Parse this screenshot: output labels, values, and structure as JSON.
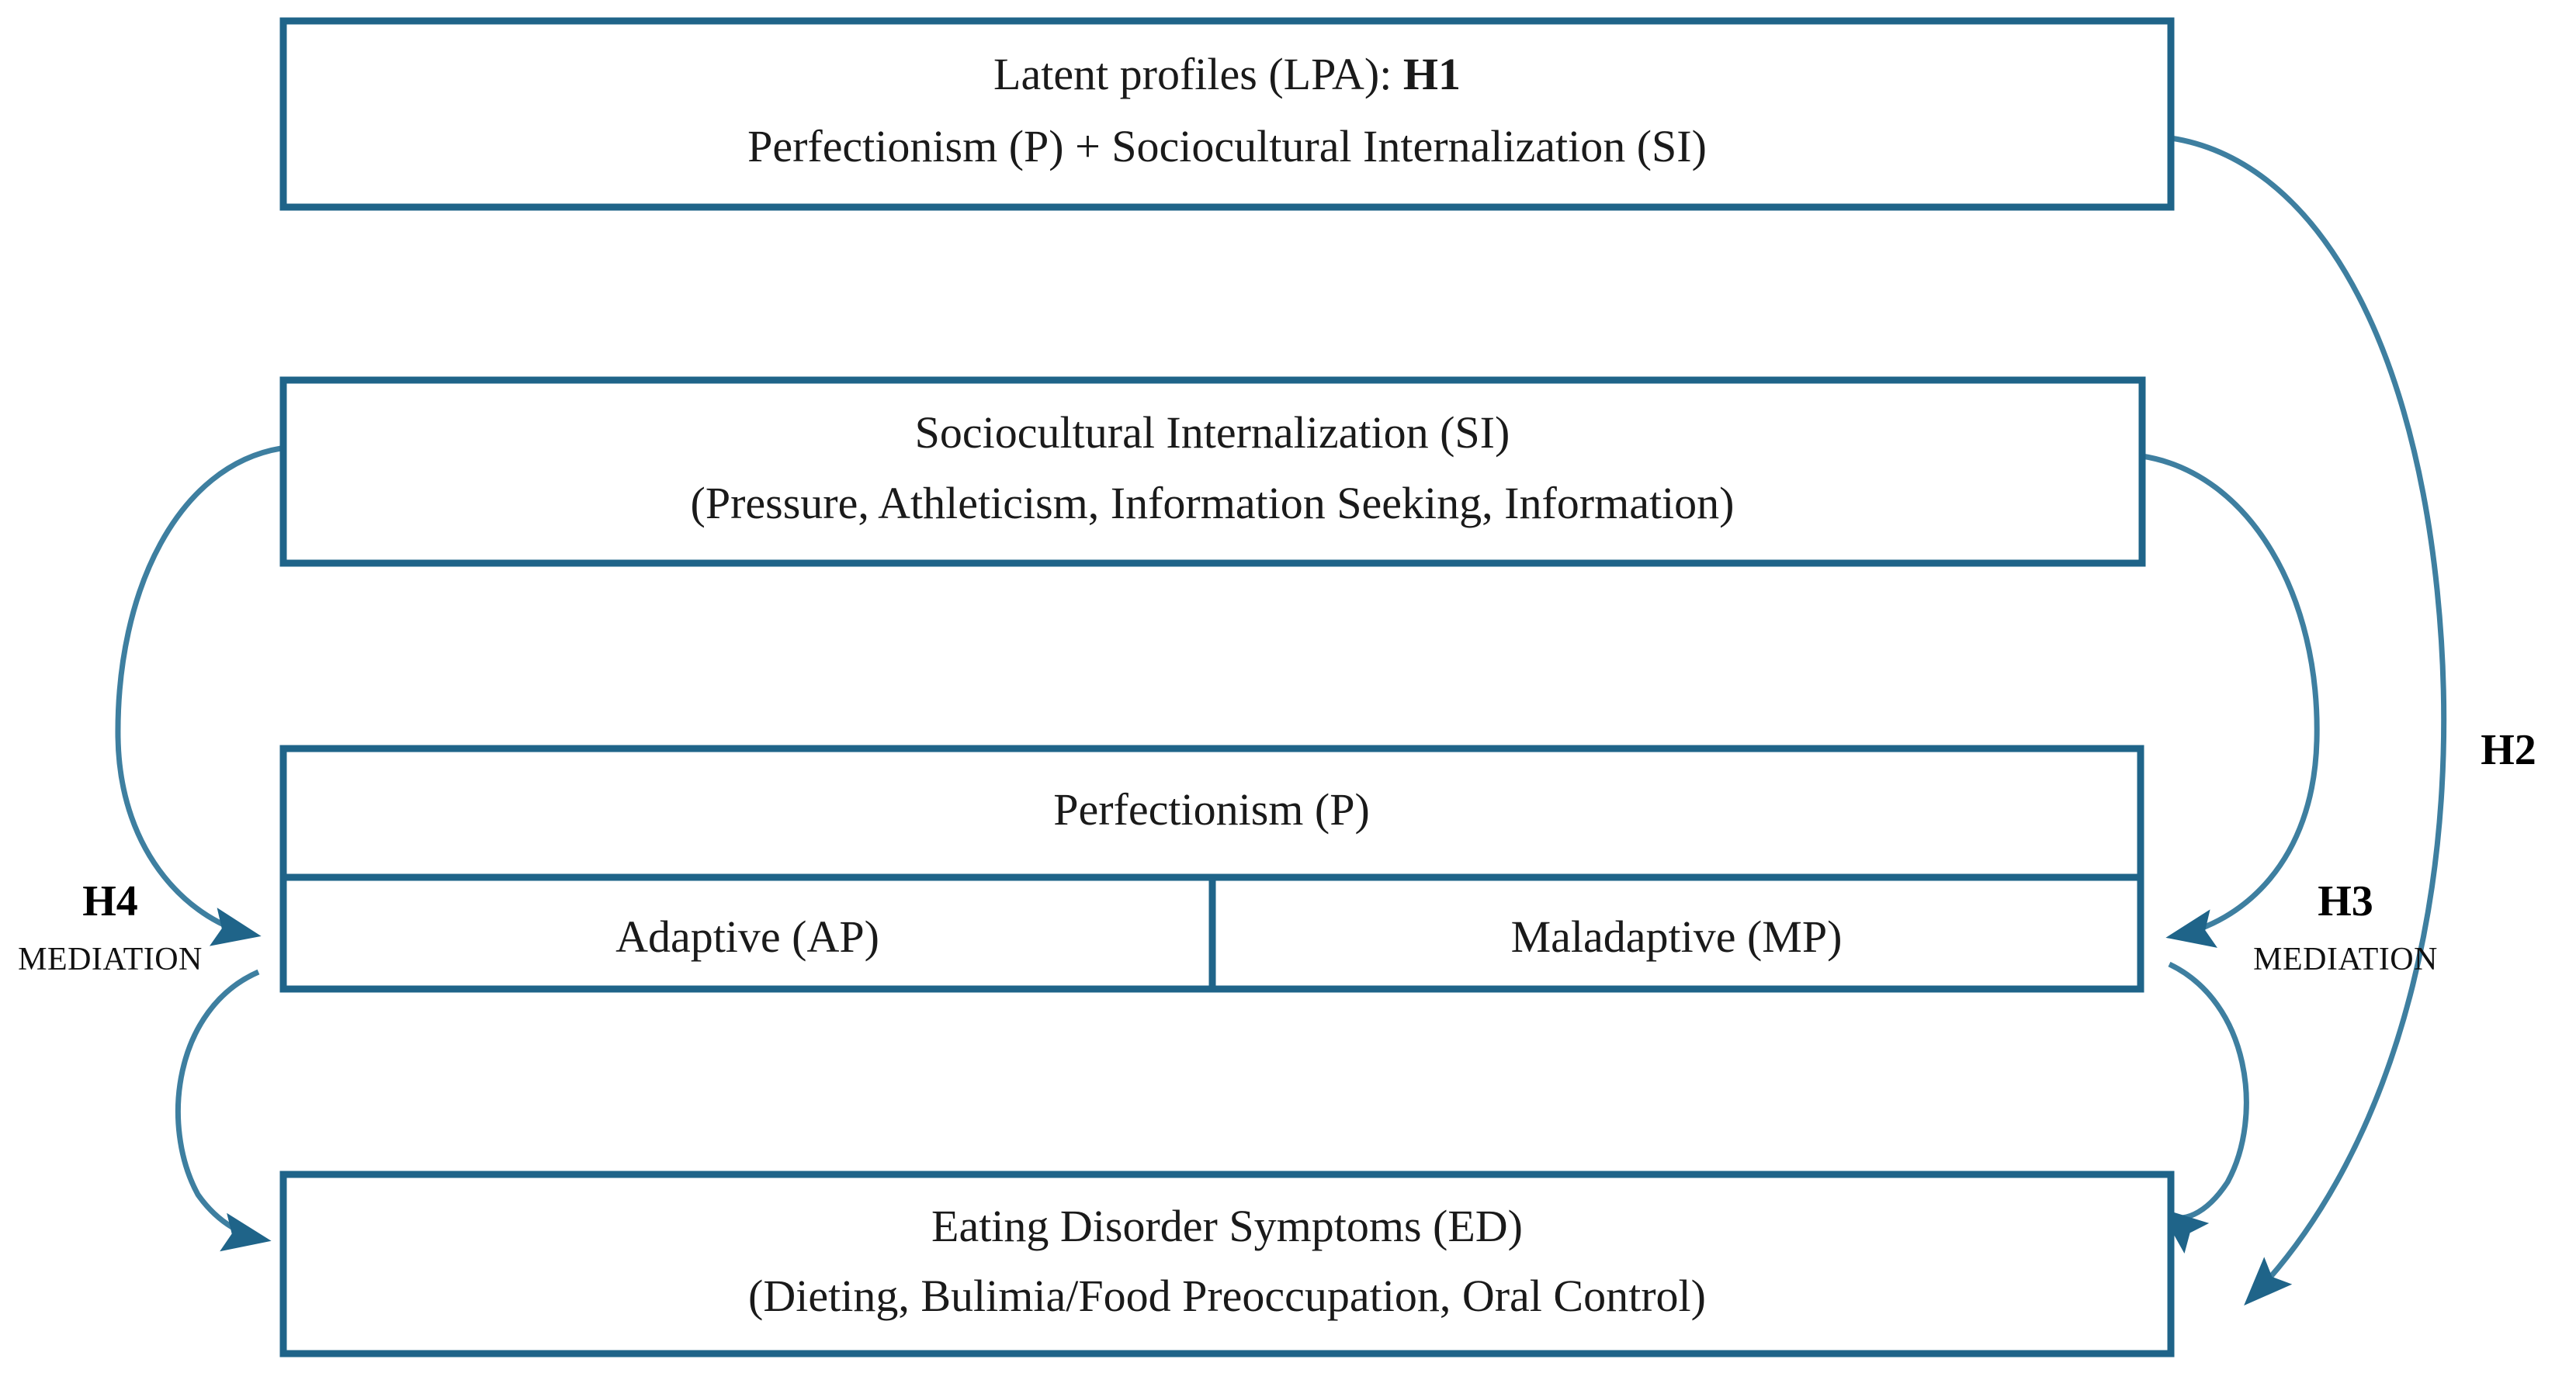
{
  "diagram": {
    "title": "Conceptual model of perfectionism, sociocultural internalization and eating disorder symptoms",
    "colors": {
      "box_border": "#1F6489",
      "arrow_stroke": "#3E7FA0",
      "arrowhead_fill": "#1F6489",
      "text": "#1a1a1a",
      "background": "#ffffff"
    },
    "boxes": [
      {
        "id": "lpa",
        "name": "latent-profiles-box",
        "line1_prefix": "Latent profiles (LPA): ",
        "line1_bold": "H1",
        "line2": "Perfectionism (P) + Sociocultural Internalization (SI)"
      },
      {
        "id": "si",
        "name": "sociocultural-internalization-box",
        "line1": "Sociocultural Internalization (SI)",
        "line2": "(Pressure, Athleticism, Information Seeking, Information)"
      },
      {
        "id": "perfectionism",
        "name": "perfectionism-box",
        "header": "Perfectionism (P)",
        "cells": [
          {
            "id": "ap",
            "name": "adaptive-cell",
            "label": "Adaptive (AP)"
          },
          {
            "id": "mp",
            "name": "maladaptive-cell",
            "label": "Maladaptive (MP)"
          }
        ]
      },
      {
        "id": "ed",
        "name": "eating-disorder-box",
        "line1": "Eating Disorder Symptoms (ED)",
        "line2": "(Dieting, Bulimia/Food Preoccupation, Oral Control)"
      }
    ],
    "hypotheses": [
      {
        "id": "h4",
        "name": "h4-label",
        "code": "H4",
        "sub": "MEDIATION"
      },
      {
        "id": "h3",
        "name": "h3-label",
        "code": "H3",
        "sub": "MEDIATION"
      },
      {
        "id": "h2",
        "name": "h2-label",
        "code": "H2",
        "sub": ""
      }
    ],
    "arrows": [
      {
        "id": "si-to-ap",
        "name": "arrow-si-to-adaptive",
        "from": "si",
        "to": "ap"
      },
      {
        "id": "si-to-mp",
        "name": "arrow-si-to-maladaptive",
        "from": "si",
        "to": "mp"
      },
      {
        "id": "ap-to-ed",
        "name": "arrow-adaptive-to-ed",
        "from": "ap",
        "to": "ed"
      },
      {
        "id": "mp-to-ed",
        "name": "arrow-maladaptive-to-ed",
        "from": "mp",
        "to": "ed"
      },
      {
        "id": "lpa-to-ed",
        "name": "arrow-lpa-to-ed",
        "from": "lpa",
        "to": "ed"
      }
    ]
  }
}
